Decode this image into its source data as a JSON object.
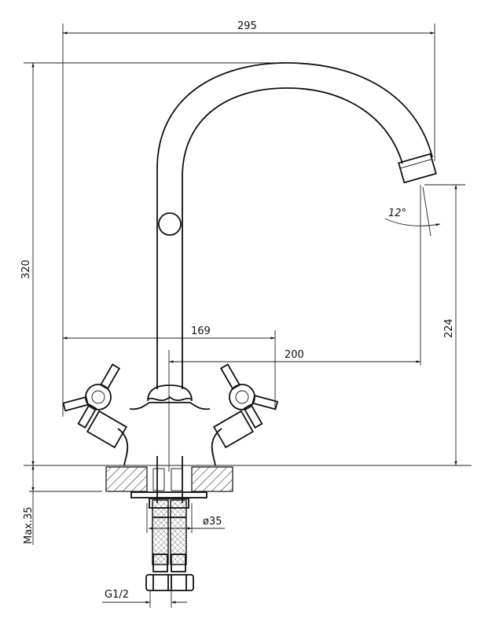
{
  "title": "Faucet dimension drawing",
  "dimensions": {
    "overall_width": "295",
    "overall_height": "320",
    "handle_span": "169",
    "spout_reach": "200",
    "spout_height": "224",
    "spout_angle": "12°",
    "max_counter_thickness": "Max.35",
    "hole_diameter": "ø35",
    "connection_thread": "G1/2"
  },
  "colors": {
    "line": "#111111",
    "background": "#ffffff"
  }
}
